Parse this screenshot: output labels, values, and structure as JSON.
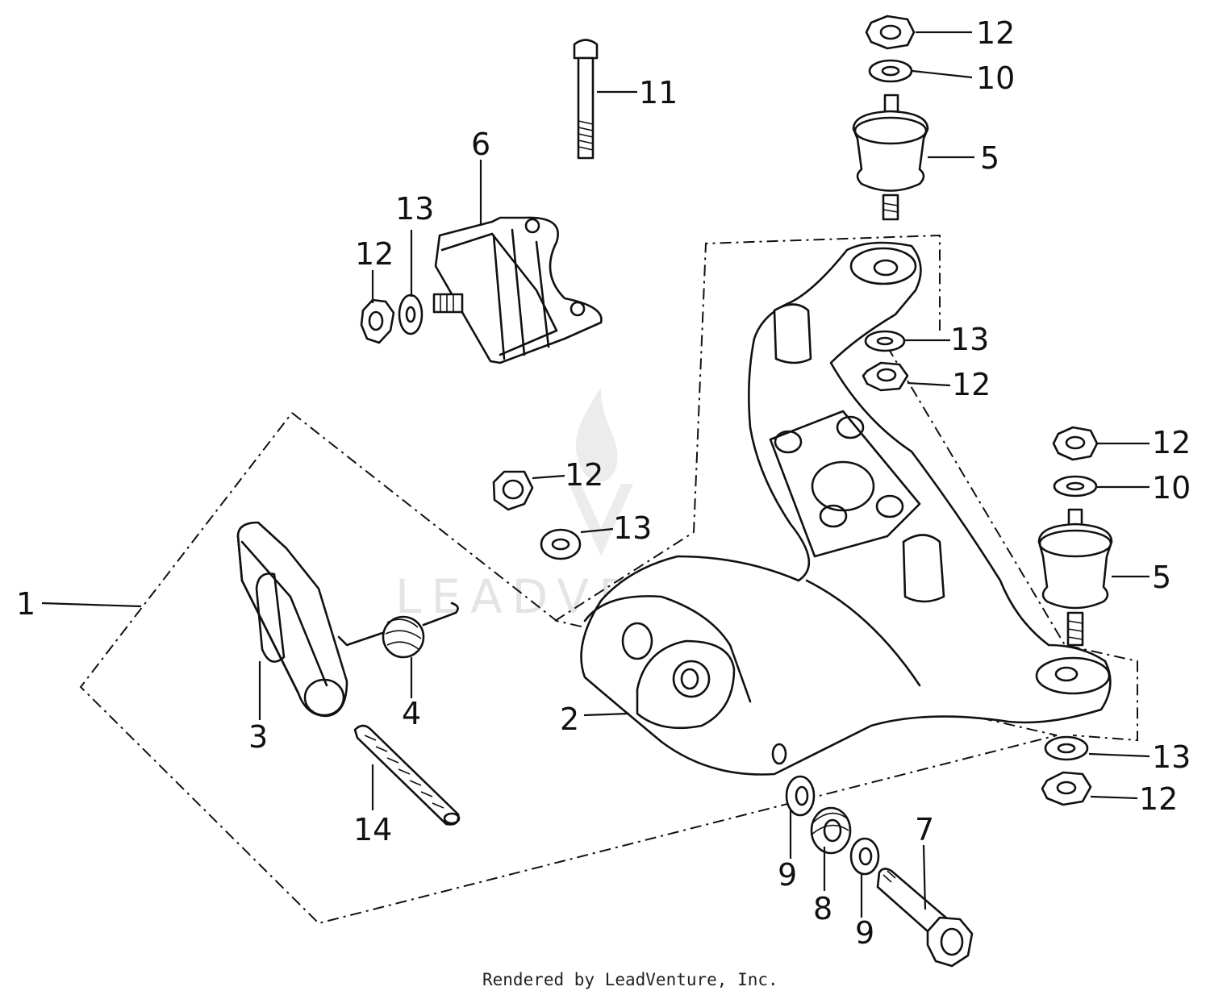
{
  "diagram": {
    "callouts": [
      {
        "id": "c12a",
        "label": "12"
      },
      {
        "id": "c10a",
        "label": "10"
      },
      {
        "id": "c5a",
        "label": "5"
      },
      {
        "id": "c11",
        "label": "11"
      },
      {
        "id": "c6",
        "label": "6"
      },
      {
        "id": "c13a",
        "label": "13"
      },
      {
        "id": "c12b",
        "label": "12"
      },
      {
        "id": "c13b",
        "label": "13"
      },
      {
        "id": "c12c",
        "label": "12"
      },
      {
        "id": "c12d",
        "label": "12"
      },
      {
        "id": "c10b",
        "label": "10"
      },
      {
        "id": "c5b",
        "label": "5"
      },
      {
        "id": "c12e",
        "label": "12"
      },
      {
        "id": "c13c",
        "label": "13"
      },
      {
        "id": "c1",
        "label": "1"
      },
      {
        "id": "c3",
        "label": "3"
      },
      {
        "id": "c4",
        "label": "4"
      },
      {
        "id": "c2",
        "label": "2"
      },
      {
        "id": "c14",
        "label": "14"
      },
      {
        "id": "c13d",
        "label": "13"
      },
      {
        "id": "c12f",
        "label": "12"
      },
      {
        "id": "c9a",
        "label": "9"
      },
      {
        "id": "c8",
        "label": "8"
      },
      {
        "id": "c9b",
        "label": "9"
      },
      {
        "id": "c7",
        "label": "7"
      }
    ],
    "watermark": "LEADVENTURE",
    "footer": "Rendered by LeadVenture, Inc.",
    "colors": {
      "ink": "#111111",
      "watermark": "#e4e4e4",
      "background": "#ffffff"
    }
  }
}
